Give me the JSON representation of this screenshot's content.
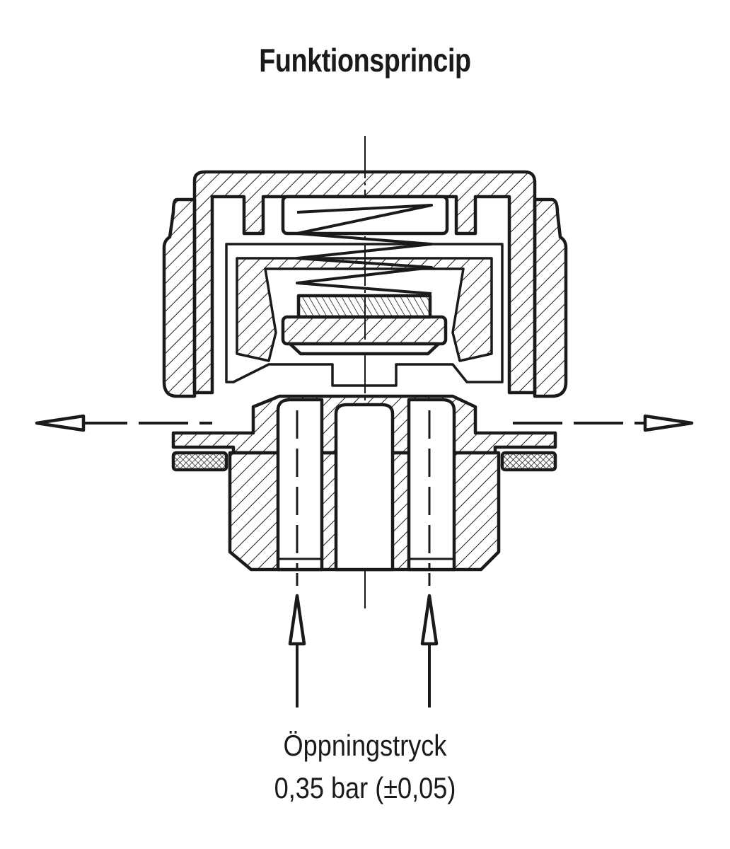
{
  "title": "Funktionsprincip",
  "caption": {
    "line1": "Öppningstryck",
    "line2": "0,35 bar (±0,05)"
  },
  "colors": {
    "ink": "#1a1a1a",
    "background": "#ffffff"
  }
}
